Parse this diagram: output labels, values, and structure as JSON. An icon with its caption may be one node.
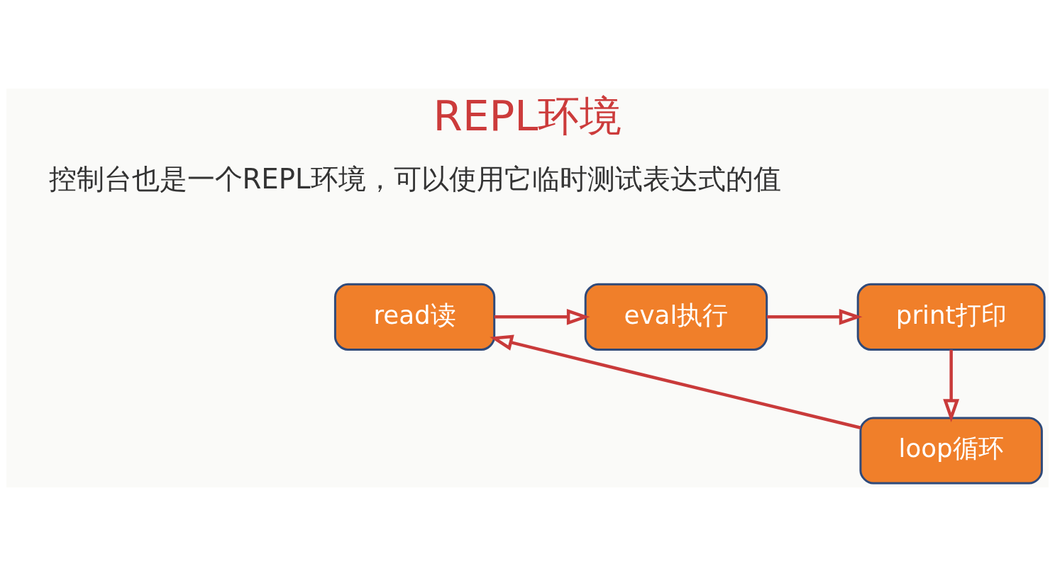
{
  "diagram": {
    "title": "REPL环境",
    "nodes": [
      {
        "text": [
          "read读"
        ]
      },
      {
        "text": [
          "eval执行"
        ]
      },
      {
        "text": [
          "print打印"
        ]
      },
      {
        "text": [
          "loop循环"
        ]
      }
    ],
    "edges": [
      {
        "from": 0,
        "to": 1,
        "arrow": "to"
      },
      {
        "from": 1,
        "to": 2,
        "arrow": "to"
      },
      {
        "from": 2,
        "to": 3,
        "arrow": "to"
      },
      {
        "from": 3,
        "to": 0,
        "arrow": "to"
      }
    ],
    "labels": [
      "控制台也是一个REPL环境，可以使用它临时测试表达式的值"
    ]
  }
}
